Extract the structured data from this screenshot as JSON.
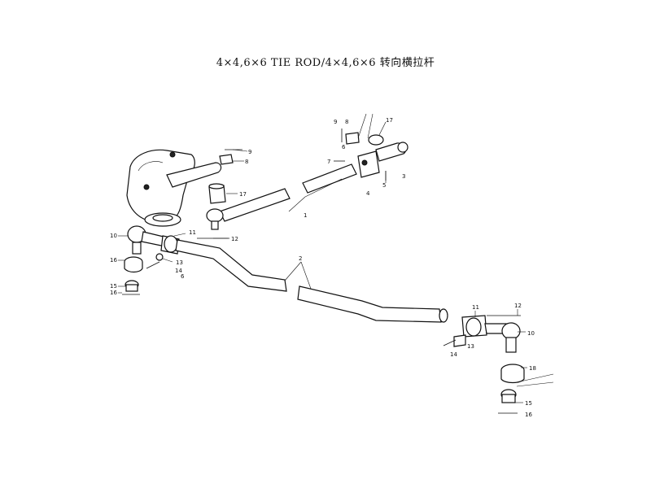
{
  "title": "4×4,6×6 TIE ROD/4×4,6×6 转向横拉杆",
  "callouts": {
    "c9a": "9",
    "c8a": "8",
    "c17a": "17",
    "c10a": "10",
    "c16a": "16",
    "c15a": "15",
    "c16b": "16",
    "c11a": "11",
    "c12a": "12",
    "c13a": "13",
    "c14a": "14",
    "c6a": "6",
    "c9b": "9",
    "c8b": "8",
    "c17b": "17",
    "c6b": "6",
    "c7": "7",
    "c4": "4",
    "c5": "5",
    "c3": "3",
    "c1": "1",
    "c2": "2",
    "c11b": "11",
    "c12b": "12",
    "c10b": "10",
    "c13b": "13",
    "c14b": "14",
    "c18": "18",
    "c15b": "15",
    "c16c": "16"
  }
}
